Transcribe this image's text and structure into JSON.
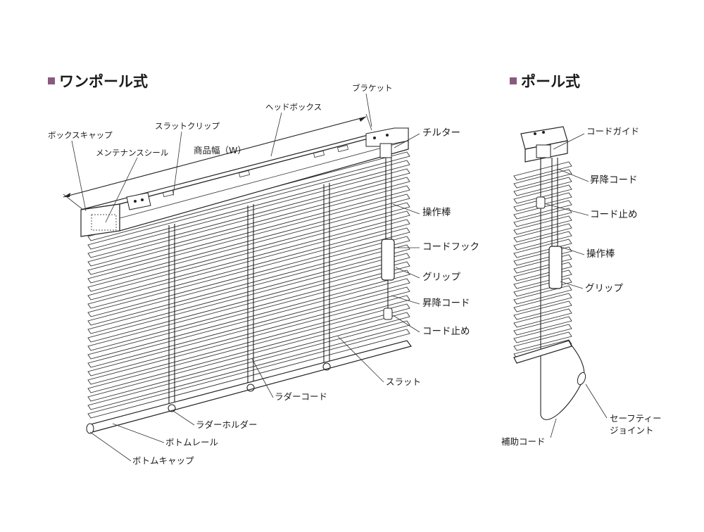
{
  "colors": {
    "heading_marker": "#8a5a7e",
    "line": "#222222"
  },
  "left": {
    "heading": "ワンポール式",
    "labels": {
      "head_box": "ヘッドボックス",
      "bracket": "ブラケット",
      "slat_clip": "スラットクリップ",
      "box_cap": "ボックスキャップ",
      "width": "商品幅（W）",
      "maintenance_seal": "メンテナンスシール",
      "tilter": "チルター",
      "wand": "操作棒",
      "cord_hook": "コードフック",
      "grip": "グリップ",
      "lift_cord": "昇降コード",
      "cord_stop": "コード止め",
      "slat": "スラット",
      "ladder_cord": "ラダーコード",
      "ladder_holder": "ラダーホルダー",
      "bottom_rail": "ボトムレール",
      "bottom_cap": "ボトムキャップ"
    }
  },
  "right": {
    "heading": "ポール式",
    "labels": {
      "cord_guide": "コードガイド",
      "lift_cord": "昇降コード",
      "cord_stop": "コード止め",
      "wand": "操作棒",
      "grip": "グリップ",
      "safety_joint_1": "セーフティー",
      "safety_joint_2": "ジョイント",
      "aux_cord": "補助コード"
    }
  }
}
